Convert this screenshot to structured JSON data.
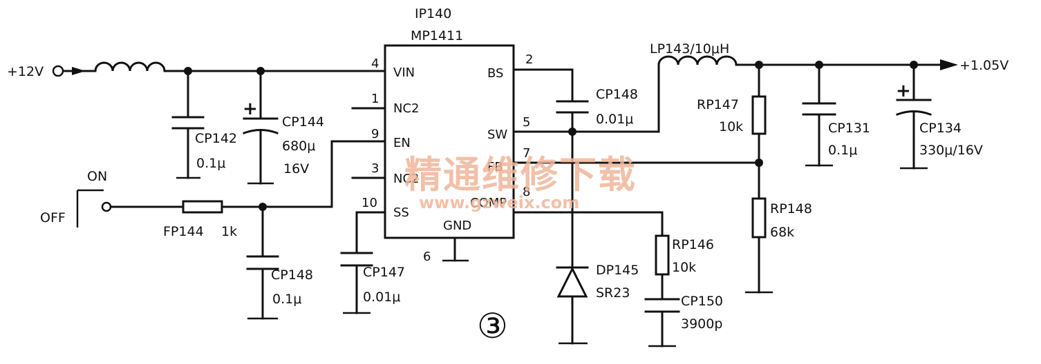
{
  "ic": {
    "ref": "IP140",
    "part": "MP1411"
  },
  "pins": {
    "vin": {
      "num": "4",
      "name": "VIN"
    },
    "nc2a": {
      "num": "1",
      "name": "NC2"
    },
    "en": {
      "num": "9",
      "name": "EN"
    },
    "nc2b": {
      "num": "3",
      "name": "NC2"
    },
    "ss": {
      "num": "10",
      "name": "SS"
    },
    "bs": {
      "num": "2",
      "name": "BS"
    },
    "sw": {
      "num": "5",
      "name": "SW"
    },
    "fb": {
      "num": "7",
      "name": "FB"
    },
    "comp": {
      "num": "8",
      "name": "COMP"
    },
    "gnd": {
      "num": "6",
      "name": "GND"
    }
  },
  "nets": {
    "vin": "+12V",
    "vout": "+1.05V"
  },
  "switch": {
    "on": "ON",
    "off": "OFF"
  },
  "components": {
    "fp144": {
      "ref": "FP144",
      "value": "1k"
    },
    "cp142": {
      "ref": "CP142",
      "value": "0.1μ"
    },
    "cp144": {
      "ref": "CP144",
      "value": "680μ",
      "rating": "16V"
    },
    "cp148_en": {
      "ref": "CP148",
      "value": "0.1μ"
    },
    "cp147": {
      "ref": "CP147",
      "value": "0.01μ"
    },
    "cp148_bs": {
      "ref": "CP148",
      "value": "0.01μ"
    },
    "dp145": {
      "ref": "DP145",
      "value": "SR23"
    },
    "rp146": {
      "ref": "RP146",
      "value": "10k"
    },
    "cp150": {
      "ref": "CP150",
      "value": "3900p"
    },
    "lp143": {
      "label": "LP143/10μH"
    },
    "rp147": {
      "ref": "RP147",
      "value": "10k"
    },
    "rp148": {
      "ref": "RP148",
      "value": "68k"
    },
    "cp131": {
      "ref": "CP131",
      "value": "0.1μ"
    },
    "cp134": {
      "ref": "CP134",
      "value": "330μ/16V"
    }
  },
  "figure_number": "③",
  "watermark": {
    "cn": "精通维修下载",
    "url": "www.gzweix.com"
  }
}
